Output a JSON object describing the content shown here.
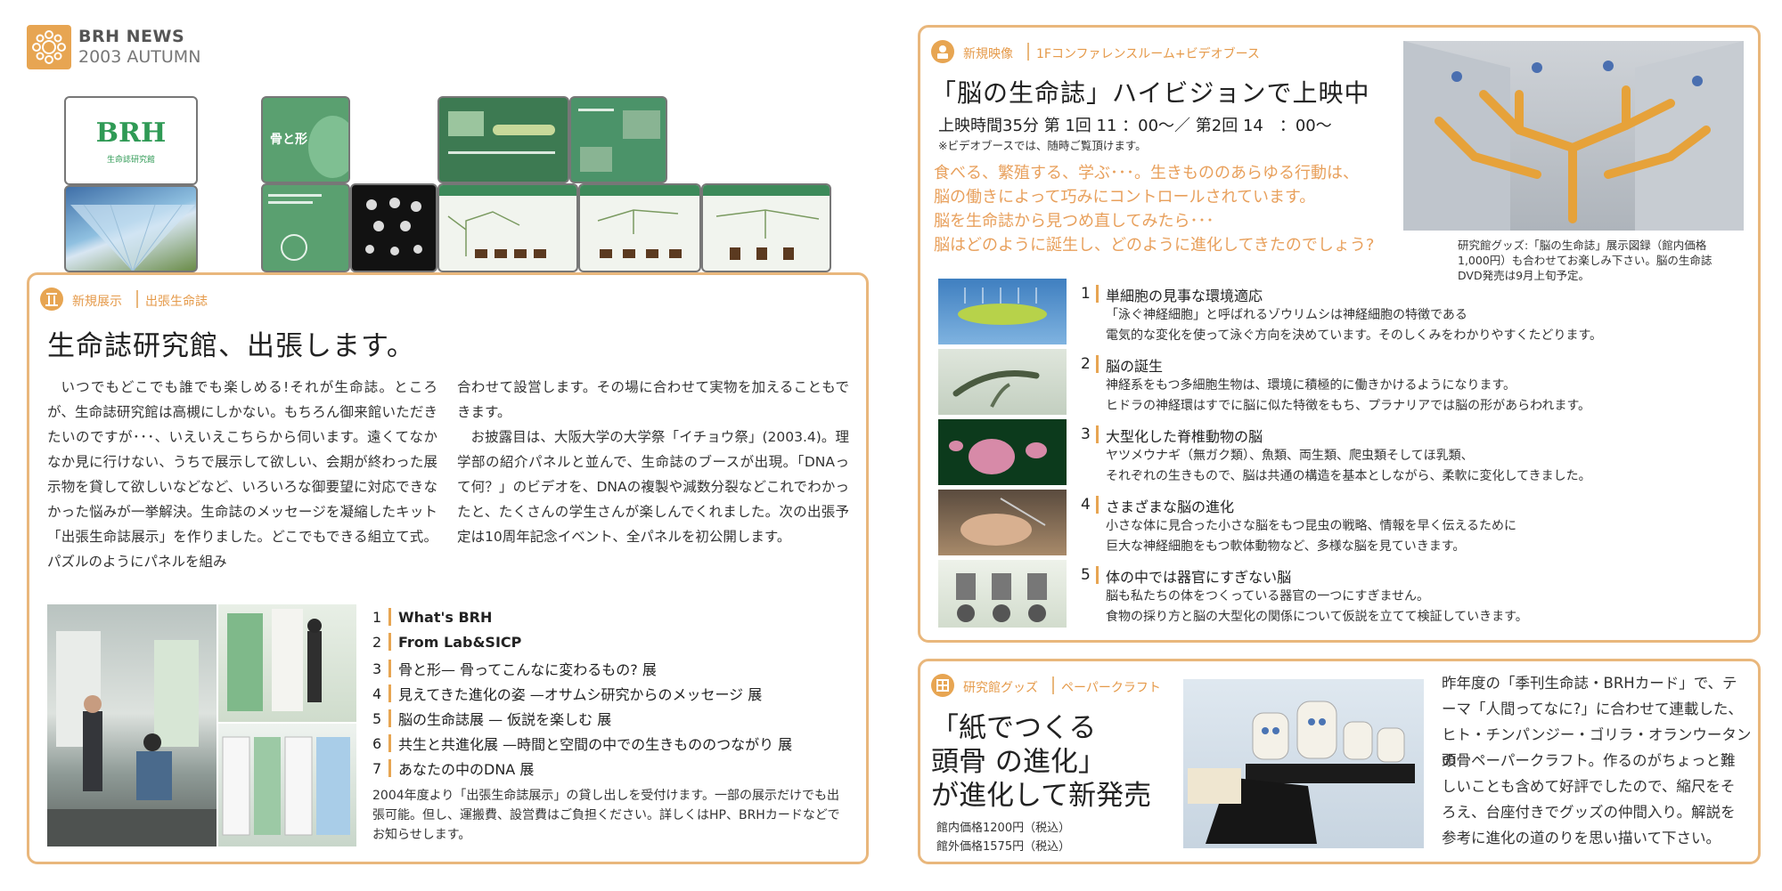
{
  "header": {
    "brand": "BRH NEWS",
    "issue": "2003 AUTUMN"
  },
  "panels": {
    "brh_logo": "BRH",
    "brh_sub": "生命誌研究館",
    "bone_title": "骨と形"
  },
  "exhibit": {
    "tag": "新規展示",
    "tag2": "出張生命誌",
    "title": "生命誌研究館、出張します。",
    "col1": "いつでもどこでも誰でも楽しめる!それが生命誌。ところが、生命誌研究館は高槻にしかない。もちろん御来館いただきたいのですが･･･、いえいえこちらから伺います。遠くてなかなか見に行けない、うちで展示して欲しい、会期が終わった展示物を貸して欲しいなどなど、いろいろな御要望に対応できなかった悩みが一挙解決。生命誌のメッセージを凝縮したキット「出張生命誌展示」を作りました。どこでもできる組立て式。パズルのようにパネルを組み",
    "col2a": "合わせて設営します。その場に合わせて実物を加えることもできます。",
    "col2b": "お披露目は、大阪大学の大学祭「イチョウ祭」(2003.4)。理学部の紹介パネルと並んで、生命誌のブースが出現。「DNAって何？」のビデオを、DNAの複製や減数分裂などこれでわかったと、たくさんの学生さんが楽しんでくれました。次の出張予定は10周年記念イベント、全パネルを初公開します。",
    "list": [
      {
        "num": "1",
        "label": "What's BRH"
      },
      {
        "num": "2",
        "label": "From Lab&SICP"
      },
      {
        "num": "3",
        "label": "骨と形— 骨ってこんなに変わるもの? 展"
      },
      {
        "num": "4",
        "label": "見えてきた進化の姿 —オサムシ研究からのメッセージ 展"
      },
      {
        "num": "5",
        "label": "脳の生命誌展 — 仮説を楽しむ 展"
      },
      {
        "num": "6",
        "label": "共生と共進化展 —時間と空間の中での生きもののつながり 展"
      },
      {
        "num": "7",
        "label": "あなたの中のDNA 展"
      }
    ],
    "note": "2004年度より「出張生命誌展示」の貸し出しを受付けます。一部の展示だけでも出張可能。但し、運搬費、設営費はご負担ください。詳しくはHP、BRHカードなどでお知らせします。"
  },
  "video": {
    "tag": "新規映像",
    "tag2": "1Fコンファレンスルーム+ビデオブース",
    "title": "「脳の生命誌」ハイビジョンで上映中",
    "schedule": "上映時間35分 第 1回 11 ：00〜／ 第2回 14　：00〜",
    "booth_note": "※ビデオブースでは、随時ご覧頂けます。",
    "intro": [
      "食べる、繁殖する、学ぶ･･･。生きもののあらゆる行動は、",
      "脳の働きによって巧みにコントロールされています。",
      "脳を生命誌から見つめ直してみたら･･･",
      "脳はどのように誕生し、どのように進化してきたのでしょう?"
    ],
    "caption": [
      "研究館グッズ:「脳の生命誌」展示図録（館内価格",
      "1,000円）も合わせてお楽しみ下さい。脳の生命誌",
      "DVD発売は9月上旬予定。"
    ],
    "topics": [
      {
        "num": "1",
        "title": "単細胞の見事な環境適応",
        "lines": [
          "「泳ぐ神経細胞」と呼ばれるゾウリムシは神経細胞の特徴である",
          "電気的な変化を使って泳ぐ方向を決めています。そのしくみをわかりやすくたどります。"
        ]
      },
      {
        "num": "2",
        "title": "脳の誕生",
        "lines": [
          "神経系をもつ多細胞生物は、環境に積極的に働きかけるようになります。",
          "ヒドラの神経環はすでに脳に似た特徴をもち、プラナリアでは脳の形があらわれます。"
        ]
      },
      {
        "num": "3",
        "title": "大型化した脊椎動物の脳",
        "lines": [
          "ヤツメウナギ（無ガク類）、魚類、両生類、爬虫類そしてほ乳類、",
          "それぞれの生きもので、脳は共通の構造を基本としながら、柔軟に変化してきました。"
        ]
      },
      {
        "num": "4",
        "title": "さまざまな脳の進化",
        "lines": [
          "小さな体に見合った小さな脳をもつ昆虫の戦略、情報を早く伝えるために",
          "巨大な神経細胞をもつ軟体動物など、多様な脳を見ていきます。"
        ]
      },
      {
        "num": "5",
        "title": "体の中では器官にすぎない脳",
        "lines": [
          "脳も私たちの体をつくっている器官の一つにすぎません。",
          "食物の採り方と脳の大型化の関係について仮説を立てて検証していきます。"
        ]
      }
    ]
  },
  "goods": {
    "tag": "研究館グッズ",
    "tag2": "ペーパークラフト",
    "title_lines": [
      "「紙でつくる",
      "頭骨 の進化」",
      "が進化して新発売"
    ],
    "price_in": "館内価格1200円（税込）",
    "price_out": "館外価格1575円（税込）",
    "body_lines": [
      "昨年度の「季刊生命誌・BRHカード」で、テ",
      "ーマ「人間ってなに?」に合わせて連載した、",
      "ヒト・チンパンジー・ゴリラ・オランウータンの",
      "頭骨ペーパークラフト。作るのがちょっと難",
      "しいことも含めて好評でしたので、縮尺をそ",
      "ろえ、台座付きでグッズの仲間入り。解説を",
      "参考に進化の道のりを思い描いて下さい。"
    ]
  },
  "colors": {
    "accent": "#e7a552",
    "border": "#e9b77c",
    "text_orange": "#e8a05c"
  }
}
